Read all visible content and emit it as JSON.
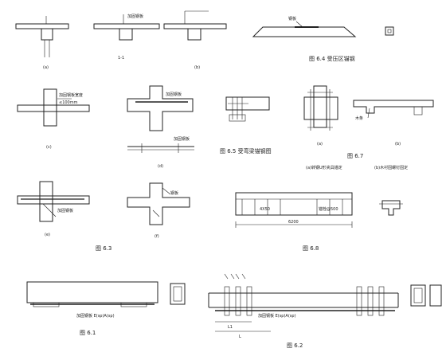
{
  "figures": {
    "fig_6_1": {
      "caption": "图 6.1",
      "label": "加固钢板 E(sp)A(sp)"
    },
    "fig_6_2": {
      "caption": "图 6.2",
      "label": "加固钢板 E(sp)A(sp)",
      "dim_l1": "L1",
      "dim_l": "L"
    },
    "fig_6_3": {
      "caption": "图 6.3",
      "sub_a": "(a)",
      "sub_b": "(b)",
      "sub_c": "(c)",
      "sub_d": "(d)",
      "sub_e": "(e)",
      "sub_f": "(f)",
      "section_mark": "1-1",
      "label_plate": "加固钢板",
      "label_c": "加固钢板宽度",
      "label_c2": "≤100mm",
      "label_f": "钢板"
    },
    "fig_6_4": {
      "caption": "图 6.4  受压区锚钢",
      "label": "钢板"
    },
    "fig_6_5": {
      "caption": "图 6.5  受弯梁锚钢图"
    },
    "fig_6_7": {
      "caption": "图 6.7",
      "sub_a": "(a)",
      "sub_b": "(b)",
      "note_a": "(a)转钢U形夹具锚定",
      "note_b": "(b)木衬固螺钉固定",
      "label_b": "木条"
    },
    "fig_6_8": {
      "caption": "图 6.8",
      "label_plate": "4X50",
      "label_bolt": "锚栓@500",
      "dim": "6200"
    }
  }
}
